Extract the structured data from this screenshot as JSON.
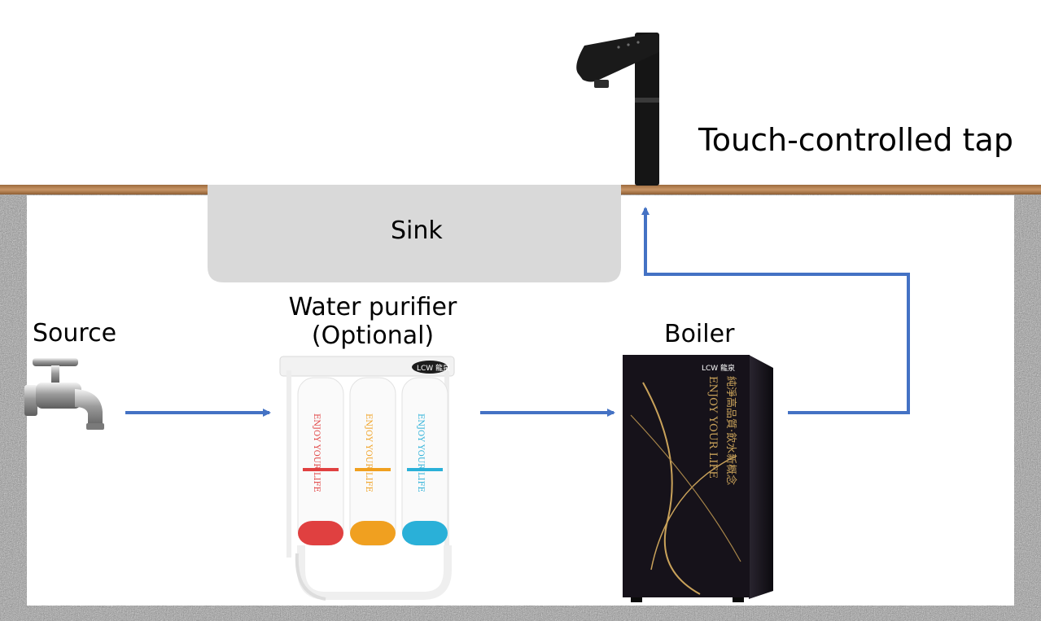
{
  "labels": {
    "tap": "Touch-controlled tap",
    "sink": "Sink",
    "source": "Source",
    "purifier_line1": "Water purifier",
    "purifier_line2": "(Optional)",
    "boiler": "Boiler"
  },
  "product_text": {
    "brand": "LCW 龍泉",
    "slogan": "ENJOY YOUR LIFE",
    "boiler_chinese": "純淨高品質‧飲水新概念"
  },
  "colors": {
    "arrow": "#4472C4",
    "counter": "#B5814F",
    "sink": "#D9D9D9",
    "cabinet_bg": "#FFFFFF",
    "granite": "#9A9A9A",
    "boiler": "#16121A",
    "boiler_accent": "#C9A25A",
    "filter_red": "#E04040",
    "filter_orange": "#F0A020",
    "filter_cyan": "#2AB0D8"
  },
  "icons": [
    "water-faucet-icon",
    "touch-tap-icon",
    "water-purifier-icon",
    "boiler-icon"
  ]
}
